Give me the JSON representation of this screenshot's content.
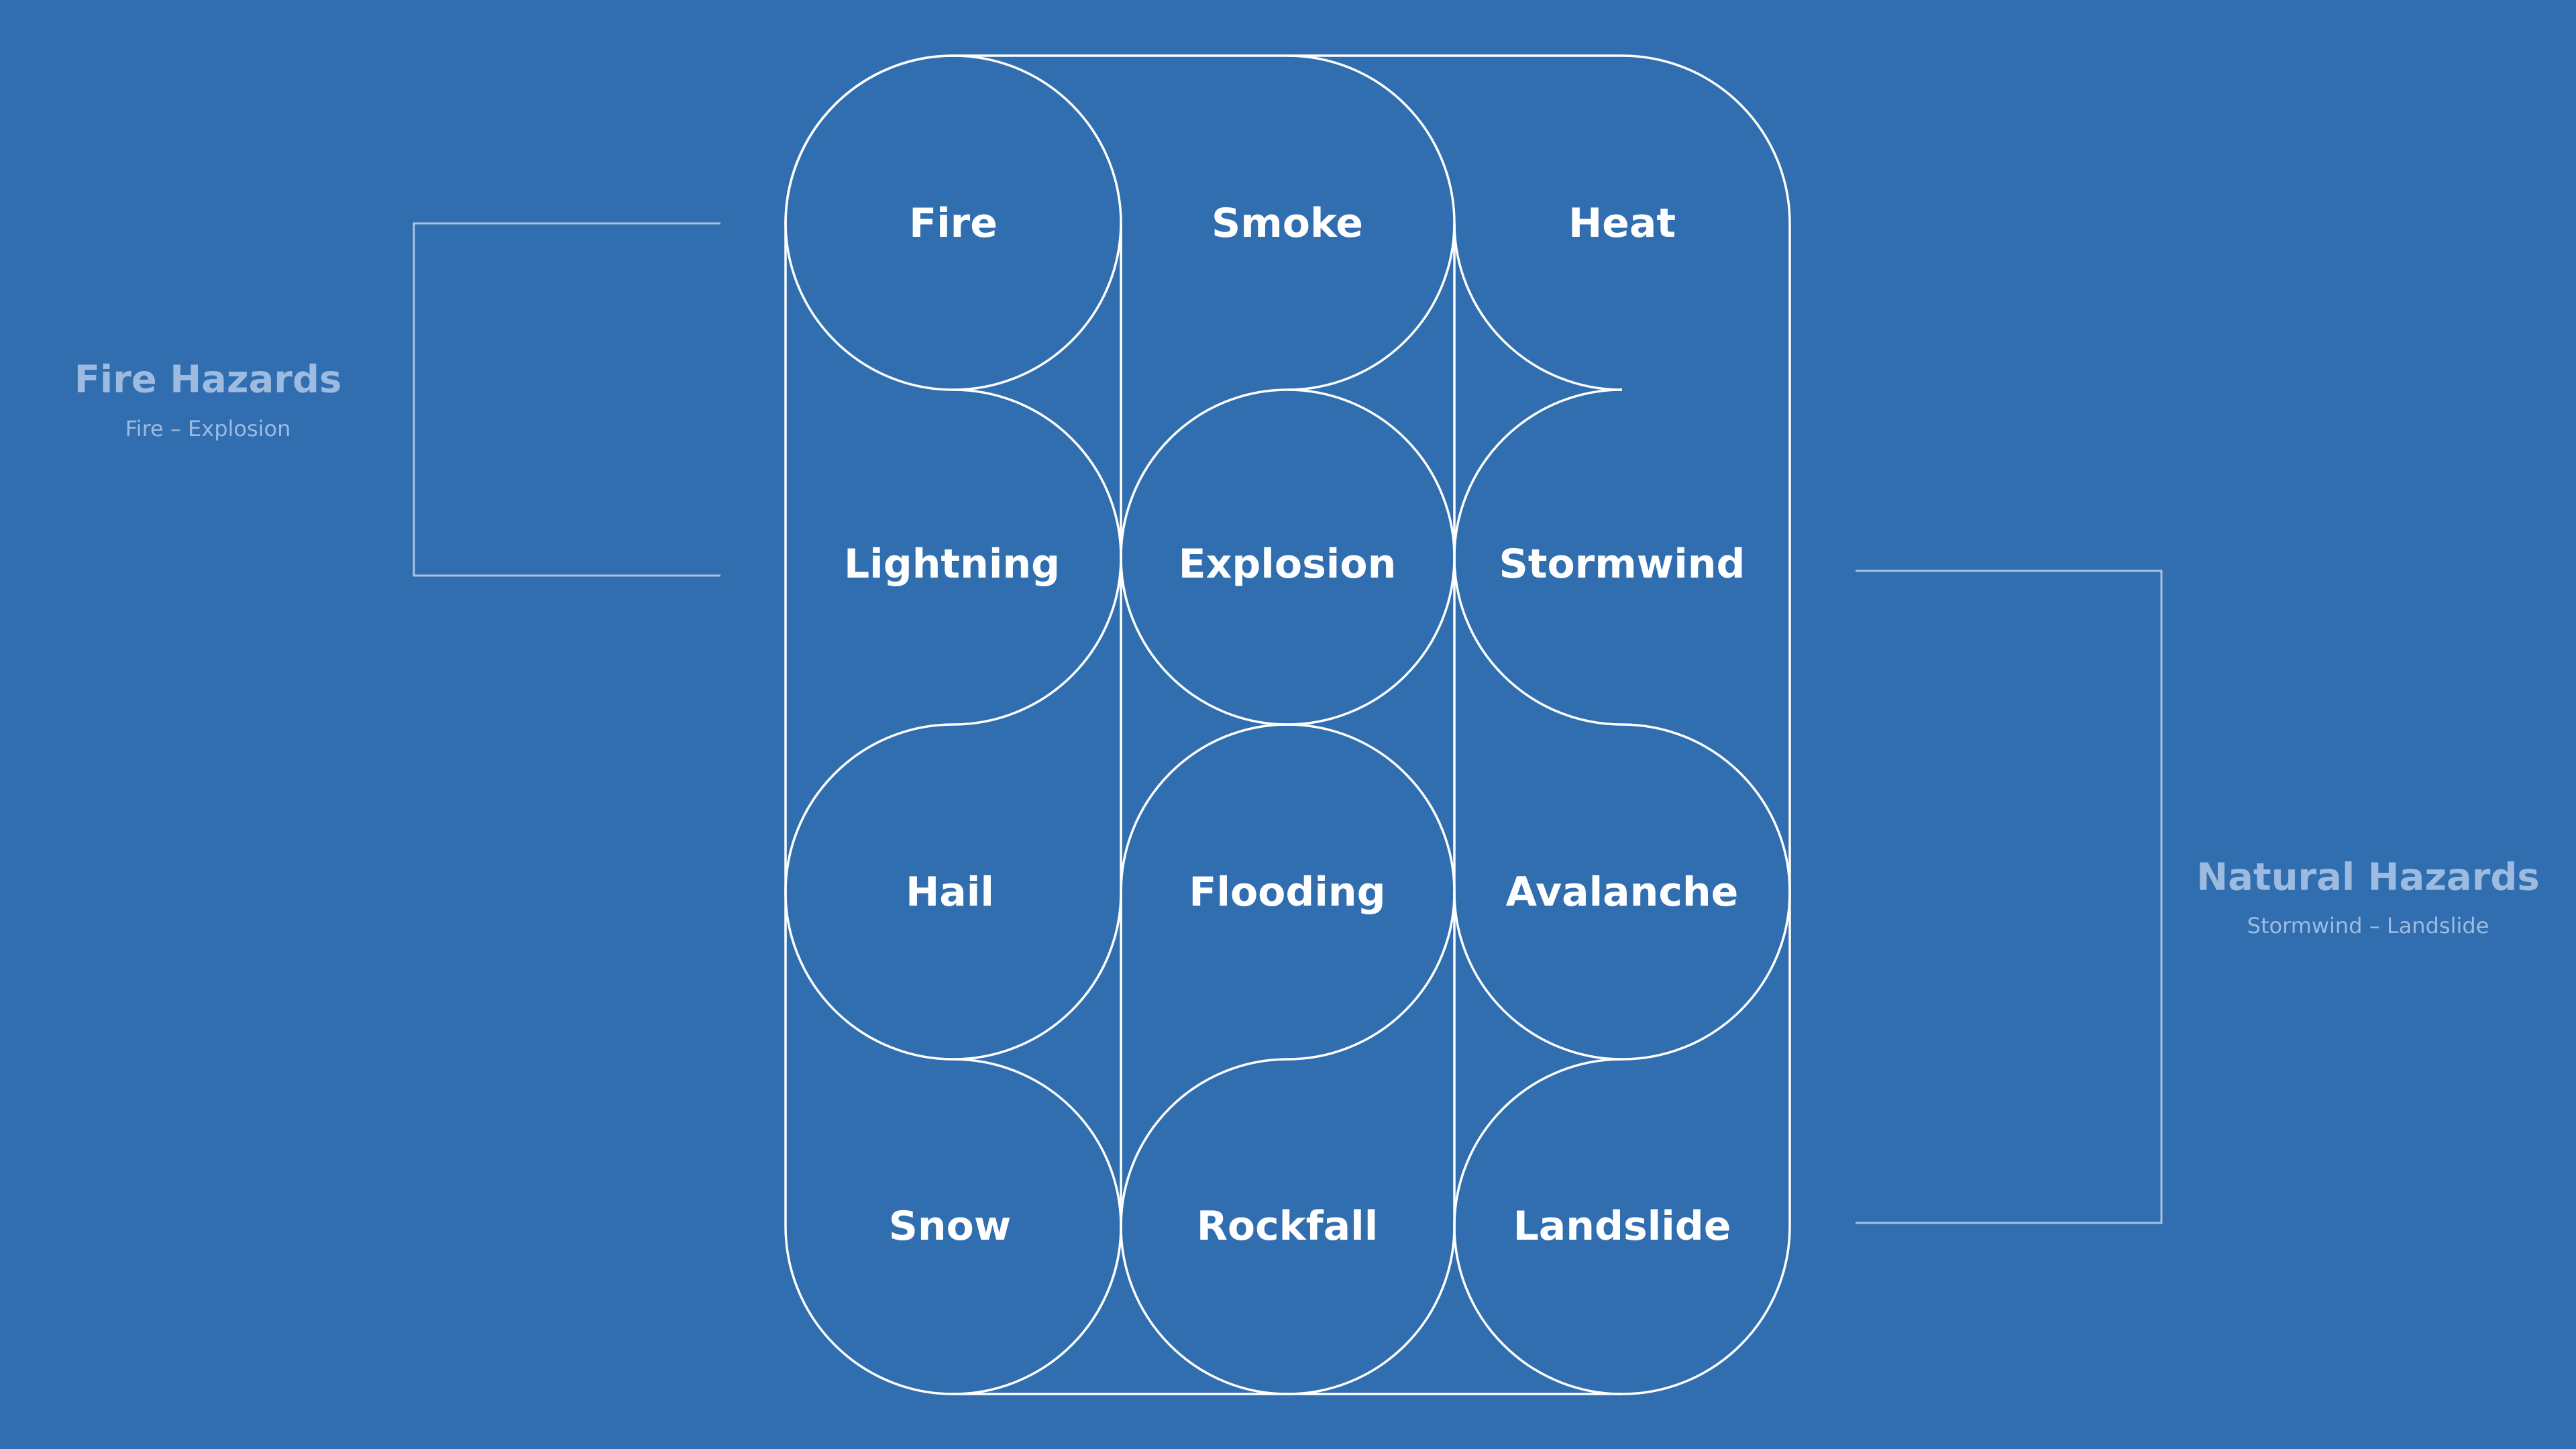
{
  "colors": {
    "background": "#306EB0",
    "stroke": "#FFFFFF",
    "label": "#FFFFFF",
    "group_text": "#9DBBE0",
    "bracket": "#A9C3E3"
  },
  "groups": {
    "fire": {
      "title": "Fire Hazards",
      "range": "Fire – Explosion"
    },
    "natural": {
      "title": "Natural Hazards",
      "range": "Stormwind – Landslide"
    }
  },
  "grid": {
    "cells": [
      "Fire",
      "Smoke",
      "Heat",
      "Lightning",
      "Explosion",
      "Stormwind",
      "Hail",
      "Flooding",
      "Avalanche",
      "Snow",
      "Rockfall",
      "Landslide"
    ]
  }
}
